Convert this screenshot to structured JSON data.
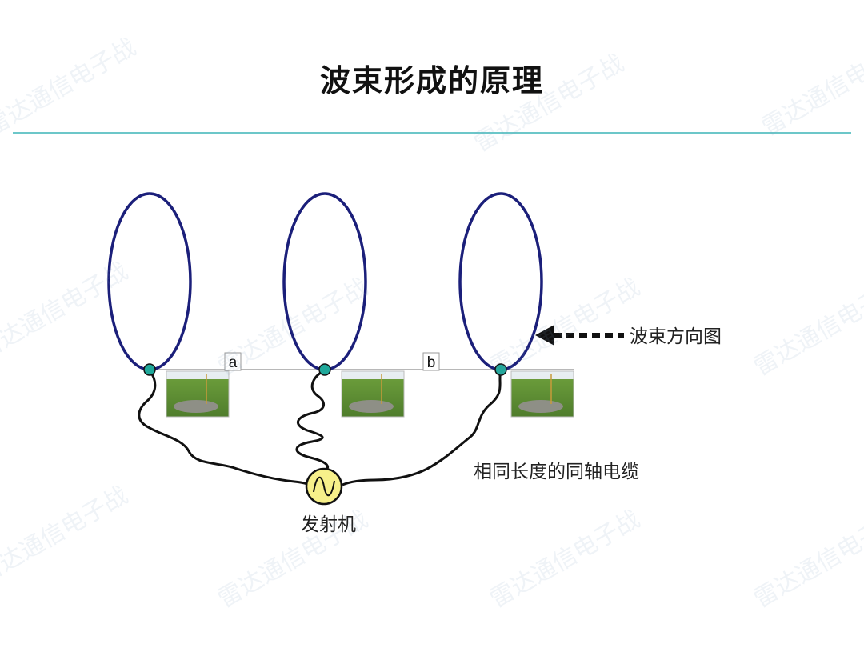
{
  "slide": {
    "title": "波束形成的原理"
  },
  "diagram": {
    "spacing_a": "a",
    "spacing_b": "b",
    "beam_direction_label": "波束方向图",
    "cable_label": "相同长度的同轴电缆",
    "transmitter_label": "发射机"
  },
  "colors": {
    "rule": "#6cc7c9",
    "lobe": "#1b1f7a",
    "feed_node": "#1fa89a",
    "transmitter_fill": "#f7f08a"
  },
  "watermark_text": "雷达通信电子战"
}
